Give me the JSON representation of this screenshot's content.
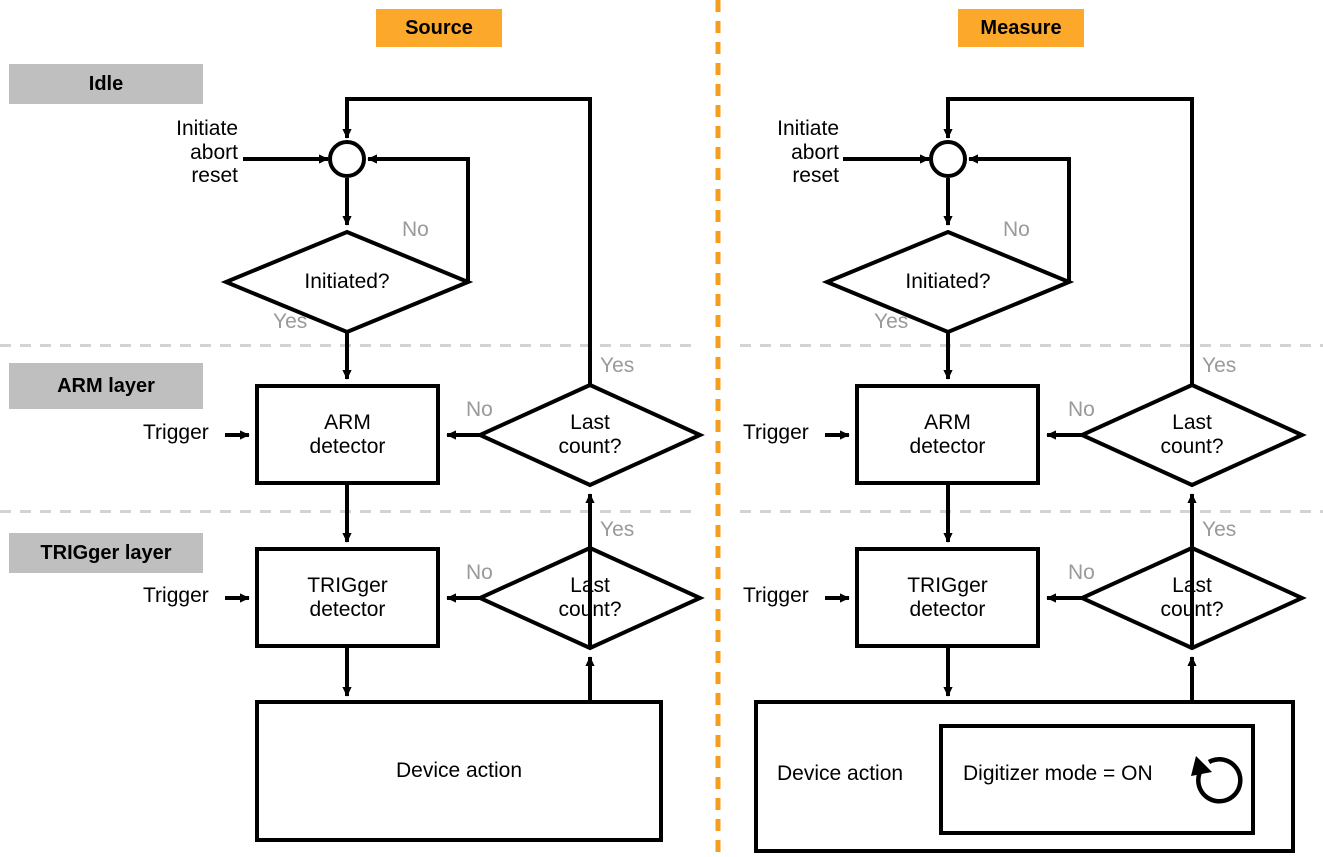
{
  "diagram": {
    "title_left": "Source",
    "title_right": "Measure",
    "colors": {
      "header_orange": "#FBA82B",
      "layer_gray": "#BFBFBF",
      "divider_orange": "#F59E1E",
      "dashed_gray": "#D0D0D0",
      "stroke_black": "#000000",
      "yesno_gray": "#9A9A9A"
    },
    "layer_labels": [
      {
        "name": "idle",
        "text": "Idle"
      },
      {
        "name": "arm",
        "text": "ARM layer"
      },
      {
        "name": "trigger",
        "text": "TRIGger layer"
      }
    ],
    "panels": {
      "source": {
        "header": "Source",
        "entry_label": "Initiate\nabort\nreset",
        "initiated_diamond": "Initiated?",
        "initiated_no": "No",
        "initiated_yes": "Yes",
        "arm_box": "ARM\ndetector",
        "arm_trigger_input": "Trigger",
        "arm_lastcount": "Last\ncount?",
        "arm_lastcount_no": "No",
        "arm_lastcount_yes": "Yes",
        "trig_box": "TRIGger\ndetector",
        "trig_trigger_input": "Trigger",
        "trig_lastcount": "Last\ncount?",
        "trig_lastcount_no": "No",
        "trig_lastcount_yes": "Yes",
        "device_action": "Device action"
      },
      "measure": {
        "header": "Measure",
        "entry_label": "Initiate\nabort\nreset",
        "initiated_diamond": "Initiated?",
        "initiated_no": "No",
        "initiated_yes": "Yes",
        "arm_box": "ARM\ndetector",
        "arm_trigger_input": "Trigger",
        "arm_lastcount": "Last\ncount?",
        "arm_lastcount_no": "No",
        "arm_lastcount_yes": "Yes",
        "trig_box": "TRIGger\ndetector",
        "trig_trigger_input": "Trigger",
        "trig_lastcount": "Last\ncount?",
        "trig_lastcount_no": "No",
        "trig_lastcount_yes": "Yes",
        "device_action": "Device action",
        "digitizer_box": "Digitizer mode = ON",
        "digitizer_icon": "loop-arrow-icon"
      }
    }
  }
}
